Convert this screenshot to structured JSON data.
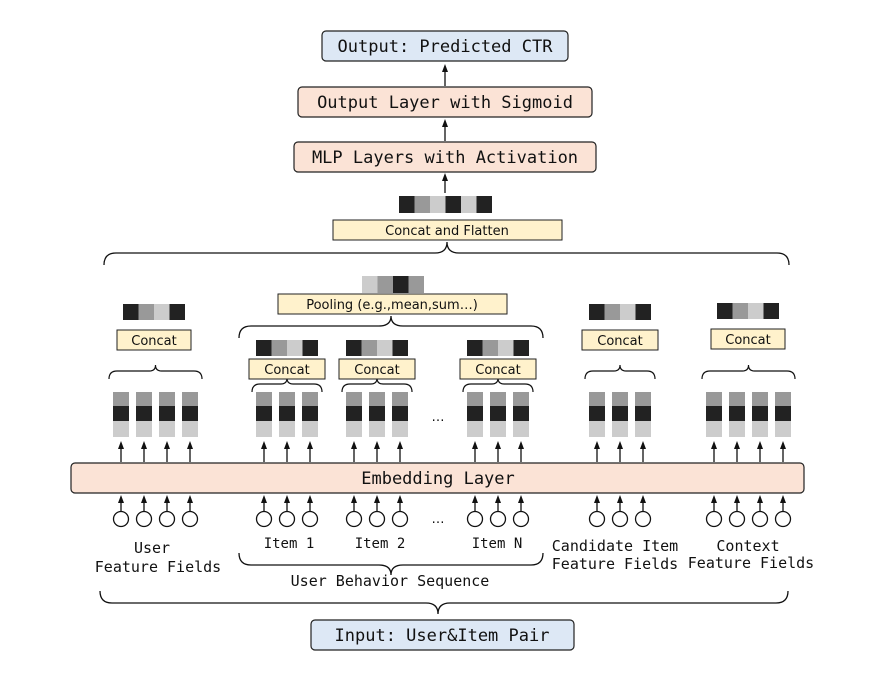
{
  "output": {
    "label": "Output: Predicted CTR"
  },
  "output_layer": {
    "label": "Output Layer with Sigmoid"
  },
  "mlp": {
    "label": "MLP Layers with Activation"
  },
  "concat_flatten": {
    "label": "Concat and Flatten"
  },
  "pooling": {
    "label": "Pooling (e.g.,mean,sum…)"
  },
  "concat_label": "Concat",
  "embedding": {
    "label": "Embedding Layer"
  },
  "ellipsis": "…",
  "groups": {
    "user": {
      "line1": "User",
      "line2": "Feature Fields"
    },
    "items": [
      "Item 1",
      "Item 2",
      "Item N"
    ],
    "behavior": {
      "label": "User Behavior Sequence"
    },
    "candidate": {
      "line1": "Candidate Item",
      "line2": "Feature Fields"
    },
    "context": {
      "line1": "Context",
      "line2": "Feature Fields"
    }
  },
  "input": {
    "label": "Input: User&Item Pair"
  },
  "colors": {
    "blue_box": "#dde8f5",
    "salmon_box": "#fbe3d6",
    "yellow_box": "#fff2cc",
    "embed_black": "#222222",
    "embed_dark": "#555555",
    "embed_mid": "#999999",
    "embed_light": "#cccccc"
  }
}
